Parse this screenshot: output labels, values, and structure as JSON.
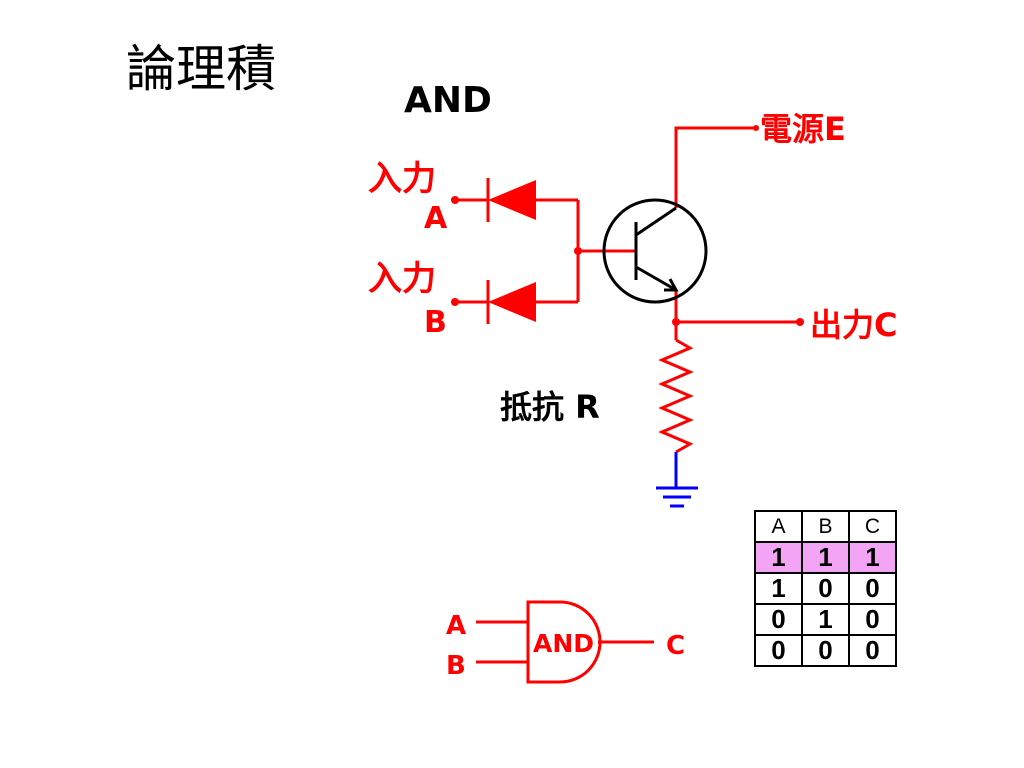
{
  "title": "論理積",
  "circuit": {
    "heading": "AND",
    "input_a": {
      "line1": "入力",
      "line2": "A"
    },
    "input_b": {
      "line1": "入力",
      "line2": "B"
    },
    "power": "電源E",
    "output": "出力C",
    "resistor": "抵抗 R"
  },
  "gate": {
    "input_a": "A",
    "input_b": "B",
    "symbol": "AND",
    "output": "C"
  },
  "truth_table": {
    "headers": [
      "A",
      "B",
      "C"
    ],
    "rows": [
      [
        "1",
        "1",
        "1"
      ],
      [
        "1",
        "0",
        "0"
      ],
      [
        "0",
        "1",
        "0"
      ],
      [
        "0",
        "0",
        "0"
      ]
    ],
    "highlight_row": 0,
    "highlight_color": "#f4a4f4"
  },
  "colors": {
    "circuit": "#ff0000",
    "ground": "#0000ff",
    "transistor": "#000000"
  }
}
